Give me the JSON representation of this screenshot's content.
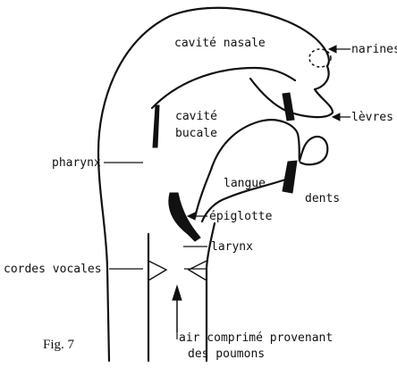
{
  "labels": {
    "cavite_nasale": "cavité nasale",
    "narines": "narines",
    "cavite_buccale_1": "cavité",
    "cavite_buccale_2": "bucale",
    "levres": "lèvres",
    "pharynx": "pharynx",
    "langue": "langue",
    "dents": "dents",
    "epiglotte": "épiglotte",
    "larynx": "larynx",
    "cordes_vocales": "cordes vocales",
    "air_1": "air comprimé provenant",
    "air_2": "des poumons"
  },
  "caption": "Fig. 7",
  "colors": {
    "ink": "#111111",
    "background": "#ffffff"
  }
}
